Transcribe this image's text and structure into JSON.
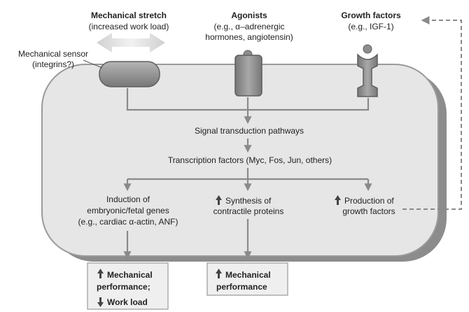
{
  "inputs": {
    "mechanical": {
      "title": "Mechanical stretch",
      "subtitle": "(increased work load)"
    },
    "agonists": {
      "title": "Agonists",
      "line1": "(e.g., α–adrenergic",
      "line2": "hormones, angiotensin)"
    },
    "growth": {
      "title": "Growth factors",
      "subtitle": "(e.g., IGF-1)"
    }
  },
  "sensor": {
    "line1": "Mechanical sensor",
    "line2": "(integrins?)"
  },
  "pathway": {
    "signal": "Signal transduction pathways",
    "transcription": "Transcription factors (Myc, Fos, Jun, others)"
  },
  "outcomes": {
    "induction": {
      "line1": "Induction of",
      "line2": "embryonic/fetal genes",
      "line3": "(e.g., cardiac α-actin, ANF)"
    },
    "synthesis": {
      "line1": "Synthesis of",
      "line2": "contractile proteins"
    },
    "production": {
      "line1": "Production of",
      "line2": "growth factors"
    }
  },
  "results": {
    "box1": {
      "line1": "Mechanical",
      "line2": "performance;",
      "line3": "Work load"
    },
    "box2": {
      "line1": "Mechanical",
      "line2": "performance"
    }
  },
  "colors": {
    "cell_fill": "#e6e6e6",
    "cell_shadow": "#8c8c8c",
    "receptor": "#8e8e8e",
    "arrow": "#8a8a8a"
  }
}
